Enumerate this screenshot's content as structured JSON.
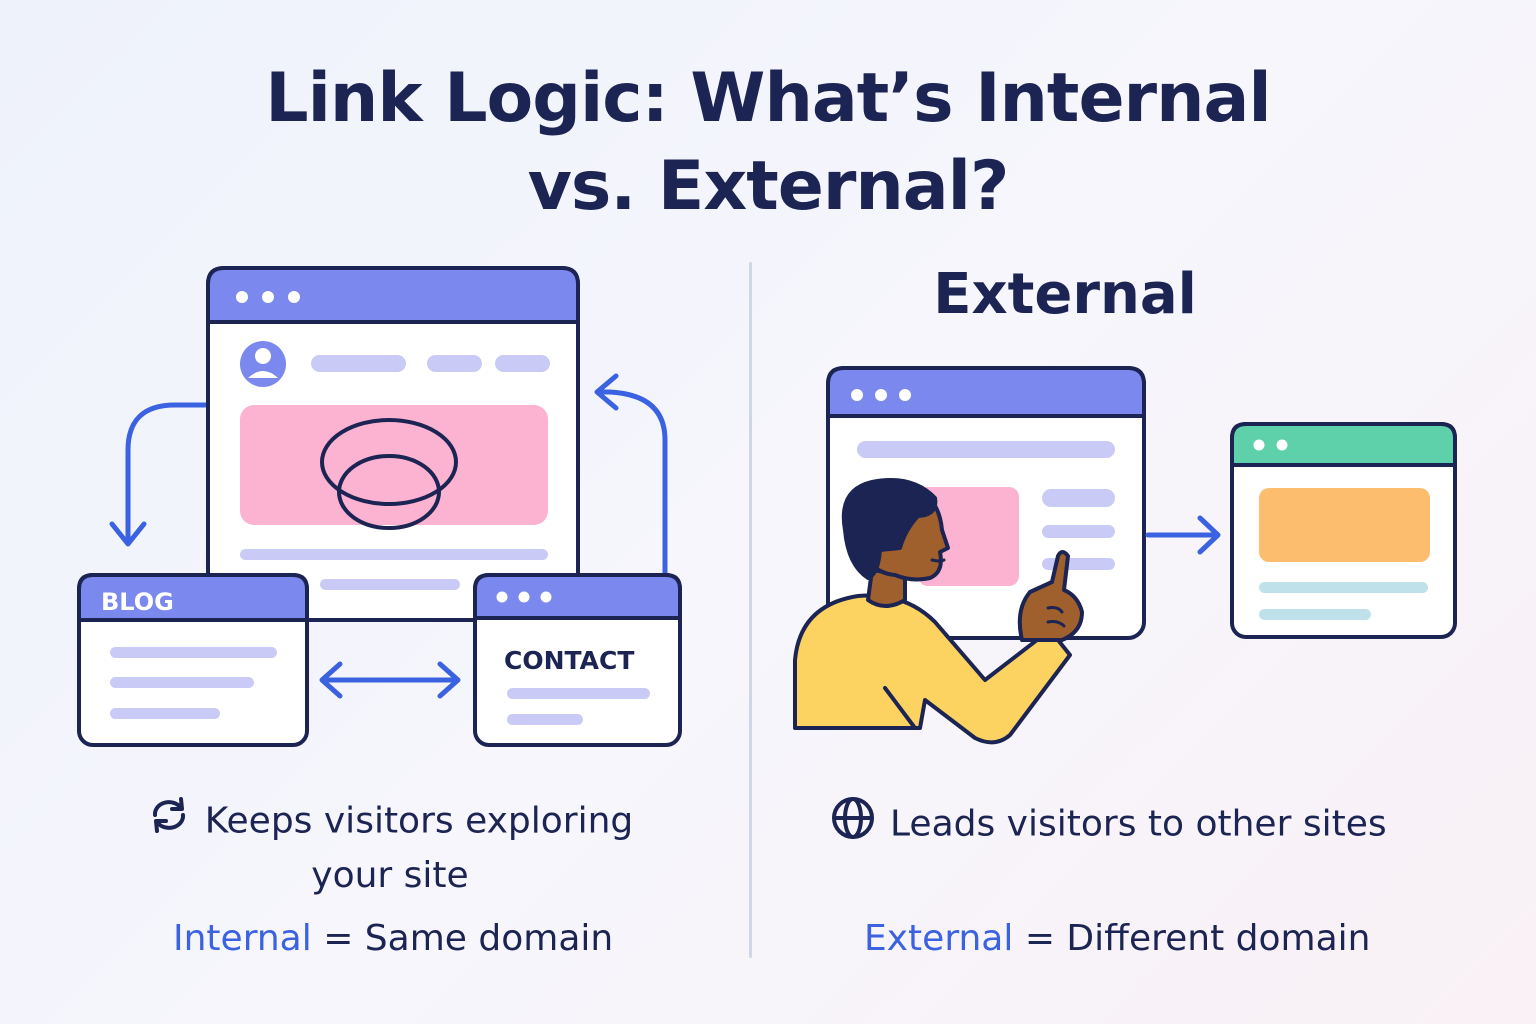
{
  "title": {
    "line1": "Link Logic: What’s Internal",
    "line2": "vs. External?"
  },
  "internal": {
    "blog_label": "BLOG",
    "contact_label": "CONTACT",
    "caption_line1": "Keeps visitors exploring",
    "caption_line2": "your site",
    "caption_icon": "refresh-icon",
    "term": "Internal",
    "definition": "= Same domain"
  },
  "external": {
    "heading": "External",
    "caption": "Leads visitors to other sites",
    "caption_icon": "globe-icon",
    "term": "External",
    "definition": "= Different domain"
  },
  "colors": {
    "navy": "#1b2452",
    "accent_blue": "#3b62e0",
    "window_bar": "#7b88ee",
    "pink": "#fbb3d1",
    "teal": "#5ed0aa",
    "orange": "#fdbd6e",
    "yellow": "#fcd261"
  }
}
